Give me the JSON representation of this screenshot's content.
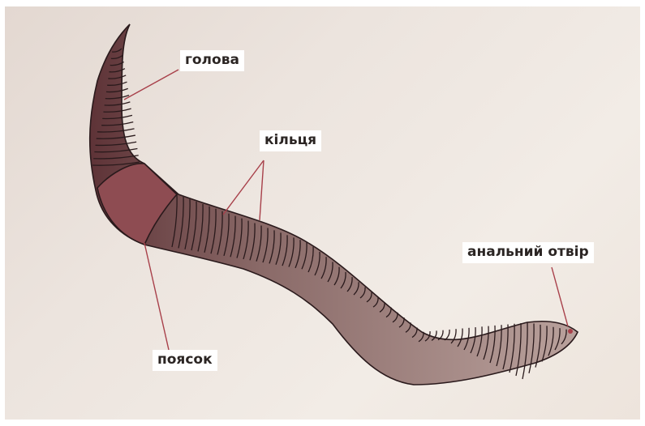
{
  "labels": {
    "head": "голова",
    "rings": "кільця",
    "clitellum": "поясок",
    "anus": "анальний отвір"
  },
  "colors": {
    "background": "#ece4de",
    "body_light": "#b09692",
    "body_mid": "#8c6e6b",
    "body_dark": "#5a3337",
    "clitellum": "#8e4c52",
    "segment_line": "#2a1a1c",
    "pointer_line": "#a8404a",
    "label_box": "#ffffff"
  }
}
